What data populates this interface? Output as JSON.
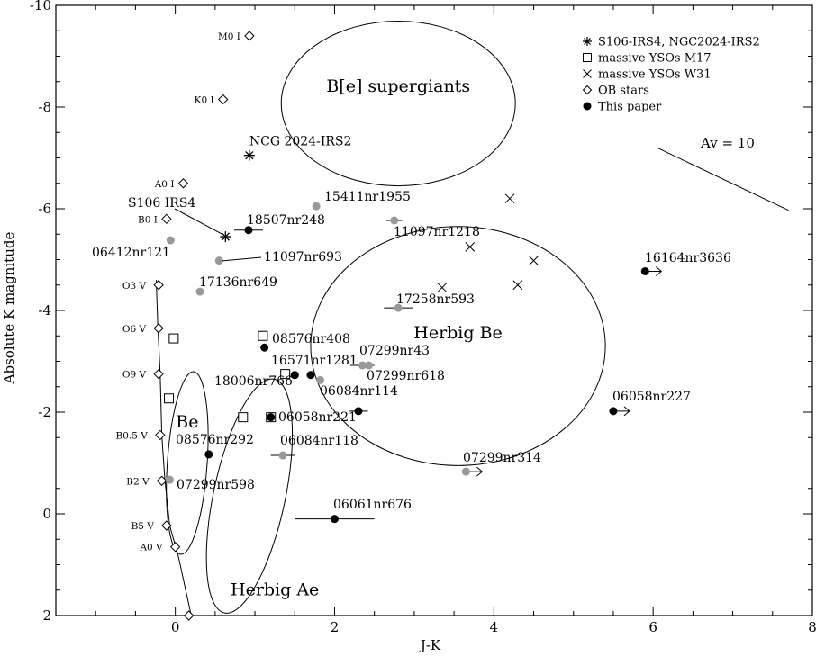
{
  "chart_data": {
    "type": "scatter",
    "xlabel": "J-K",
    "ylabel": "Absolute K magnitude",
    "xlim": [
      -1.5,
      8
    ],
    "ylim": [
      2,
      -10
    ],
    "x_ticks": [
      0,
      2,
      4,
      6,
      8
    ],
    "y_ticks": [
      -10,
      -8,
      -6,
      -4,
      -2,
      0,
      2
    ],
    "legend_position": "top-right",
    "legend": [
      {
        "marker": "asterisk",
        "label": "S106-IRS4, NGC2024-IRS2"
      },
      {
        "marker": "open-square",
        "label": "massive YSOs M17"
      },
      {
        "marker": "cross",
        "label": "massive YSOs W31"
      },
      {
        "marker": "open-diamond",
        "label": "OB stars"
      },
      {
        "marker": "filled-circle",
        "label": "This paper"
      }
    ],
    "main_sequence": {
      "points": [
        {
          "sp": "O3 V",
          "x": -0.21,
          "y": -4.5
        },
        {
          "sp": "O6 V",
          "x": -0.21,
          "y": -3.65
        },
        {
          "sp": "O9 V",
          "x": -0.21,
          "y": -2.75
        },
        {
          "sp": "B0.5 V",
          "x": -0.19,
          "y": -1.55
        },
        {
          "sp": "B2 V",
          "x": -0.17,
          "y": -0.65
        },
        {
          "sp": "B5 V",
          "x": -0.11,
          "y": 0.23
        },
        {
          "sp": "A0 V",
          "x": 0.0,
          "y": 0.65
        }
      ],
      "extra_point": {
        "x": 0.17,
        "y": 2.0
      },
      "curve": [
        [
          -0.24,
          -4.6
        ],
        [
          -0.22,
          -3.7
        ],
        [
          -0.19,
          -2.75
        ],
        [
          -0.17,
          -1.55
        ],
        [
          -0.13,
          -0.65
        ],
        [
          -0.07,
          0.23
        ],
        [
          0.04,
          0.85
        ],
        [
          0.2,
          2.0
        ]
      ]
    },
    "supergiants": [
      {
        "sp": "M0 I",
        "x": 0.93,
        "y": -9.4
      },
      {
        "sp": "K0 I",
        "x": 0.6,
        "y": -8.15
      },
      {
        "sp": "A0 I",
        "x": 0.1,
        "y": -6.5
      },
      {
        "sp": "B0 I",
        "x": -0.11,
        "y": -5.8
      }
    ],
    "asterisk_points": [
      {
        "label": "NCG 2024-IRS2",
        "x": 0.93,
        "y": -7.05
      },
      {
        "label": "S106 IRS4",
        "x": 0.63,
        "y": -5.45
      }
    ],
    "m17_squares": [
      {
        "x": 1.1,
        "y": -3.5
      },
      {
        "x": -0.02,
        "y": -3.45
      },
      {
        "x": 1.38,
        "y": -2.75
      },
      {
        "x": -0.08,
        "y": -2.27
      },
      {
        "x": 0.85,
        "y": -1.9
      },
      {
        "x": 1.2,
        "y": -1.9
      }
    ],
    "w31_crosses": [
      {
        "x": 4.2,
        "y": -6.2
      },
      {
        "x": 3.7,
        "y": -5.25
      },
      {
        "x": 4.5,
        "y": -4.98
      },
      {
        "x": 3.35,
        "y": -4.45
      },
      {
        "x": 4.3,
        "y": -4.5
      }
    ],
    "this_paper": [
      {
        "label": "18507nr248",
        "x": 0.92,
        "y": -5.58,
        "fill": "#000000",
        "xerr": 0.18
      },
      {
        "label": "15411nr1955",
        "x": 1.77,
        "y": -6.05,
        "fill": "#999999"
      },
      {
        "label": "11097nr1218",
        "x": 2.75,
        "y": -5.77,
        "fill": "#999999",
        "xerr": 0.1
      },
      {
        "label": "06412nr121",
        "x": -0.06,
        "y": -5.38,
        "fill": "#999999"
      },
      {
        "label": "11097nr693",
        "x": 0.55,
        "y": -4.98,
        "fill": "#999999"
      },
      {
        "label": "17136nr649",
        "x": 0.31,
        "y": -4.37,
        "fill": "#999999"
      },
      {
        "label": "17258nr593",
        "x": 2.8,
        "y": -4.05,
        "fill": "#999999",
        "xerr": 0.18
      },
      {
        "label": "08576nr408",
        "x": 1.12,
        "y": -3.27,
        "fill": "#000000"
      },
      {
        "label": "07299nr43",
        "x": 2.35,
        "y": -2.92,
        "fill": "#999999",
        "xerr": 0.15
      },
      {
        "label": "",
        "x": 2.43,
        "y": -2.92,
        "fill": "#999999"
      },
      {
        "label": "16571nr1281",
        "x": 1.7,
        "y": -2.73,
        "fill": "#000000"
      },
      {
        "label": "",
        "x": 1.5,
        "y": -2.73,
        "fill": "#000000"
      },
      {
        "label": "07299nr618",
        "x": 1.82,
        "y": -2.63,
        "fill": "#999999"
      },
      {
        "label": "18006nr766",
        "x": 1.5,
        "y": -2.73,
        "fill": "#000000"
      },
      {
        "label": "06084nr114",
        "x": 2.3,
        "y": -2.02,
        "fill": "#000000",
        "xerr": 0.12
      },
      {
        "label": "06058nr221",
        "x": 1.2,
        "y": -1.9,
        "fill": "#000000"
      },
      {
        "label": "08576nr292",
        "x": 0.42,
        "y": -1.17,
        "fill": "#000000"
      },
      {
        "label": "06084nr118",
        "x": 1.35,
        "y": -1.15,
        "fill": "#999999",
        "xerr": 0.15
      },
      {
        "label": "07299nr598",
        "x": -0.07,
        "y": -0.67,
        "fill": "#999999"
      },
      {
        "label": "06061nr676",
        "x": 2.0,
        "y": 0.1,
        "fill": "#000000",
        "xerr": 0.5
      },
      {
        "label": "16164nr3636",
        "x": 5.9,
        "y": -4.77,
        "fill": "#000000",
        "arrow": true
      },
      {
        "label": "06058nr227",
        "x": 5.5,
        "y": -2.02,
        "fill": "#000000",
        "arrow": true
      },
      {
        "label": "07299nr314",
        "x": 3.65,
        "y": -0.83,
        "fill": "#999999",
        "arrow": true
      }
    ],
    "regions": [
      {
        "label": "B[e] supergiants",
        "cx": 2.8,
        "cy": -8.07,
        "rx": 1.47,
        "ry": 1.62,
        "rotate": 0
      },
      {
        "label": "Herbig Be",
        "cx": 3.55,
        "cy": -3.3,
        "rx": 1.85,
        "ry": 2.35,
        "rotate": 0
      },
      {
        "label": "Be",
        "cx": 0.15,
        "cy": -1.0,
        "rx": 0.25,
        "ry": 1.8,
        "rotate": 4
      },
      {
        "label": "Herbig Ae",
        "cx": 0.93,
        "cy": -0.35,
        "rx": 0.45,
        "ry": 2.35,
        "rotate": 12
      }
    ],
    "reddening_vector": {
      "label": "Av = 10",
      "x1": 6.05,
      "y1": -7.2,
      "x2": 7.7,
      "y2": -5.97
    }
  }
}
